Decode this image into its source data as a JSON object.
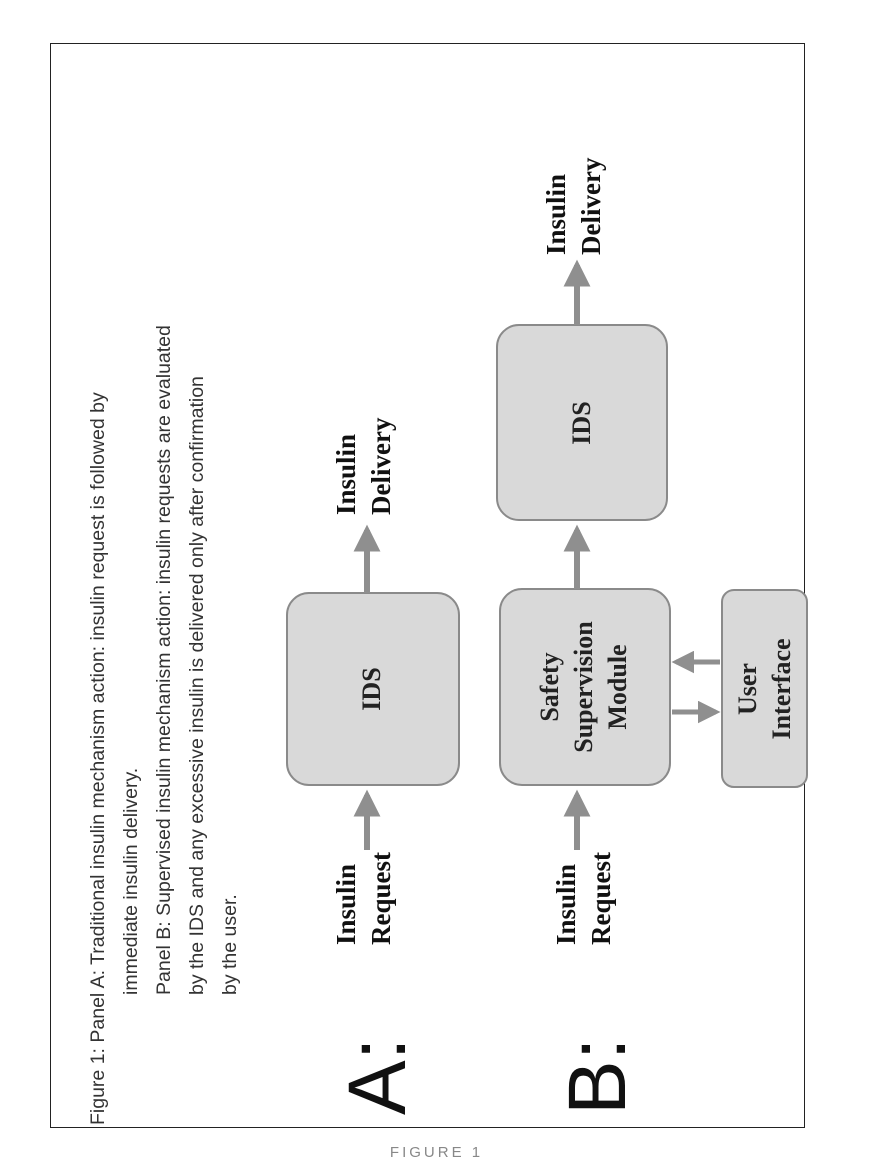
{
  "caption": {
    "lines": [
      "Figure 1:   Panel A: Traditional insulin mechanism action: insulin request is followed by",
      "immediate insulin delivery.",
      "Panel B: Supervised insulin mechanism action: insulin requests are evaluated",
      "by the IDS and any excessive insulin is delivered only after confirmation",
      "by the user."
    ]
  },
  "panel_a": {
    "letter": "A:",
    "input_label": [
      "Insulin",
      "Request"
    ],
    "box_label": "IDS",
    "output_label": [
      "Insulin",
      "Delivery"
    ]
  },
  "panel_b": {
    "letter": "B:",
    "input_label": [
      "Insulin",
      "Request"
    ],
    "safety_label": [
      "Safety",
      "Supervision",
      "Module"
    ],
    "ui_label": [
      "User",
      "Interface"
    ],
    "box_label": "IDS",
    "output_label": [
      "Insulin",
      "Delivery"
    ]
  },
  "footer": "FIGURE 1",
  "colors": {
    "box_fill": "#d9d9d9",
    "box_stroke": "#8a8a8a",
    "arrow": "#8f8f8f"
  }
}
